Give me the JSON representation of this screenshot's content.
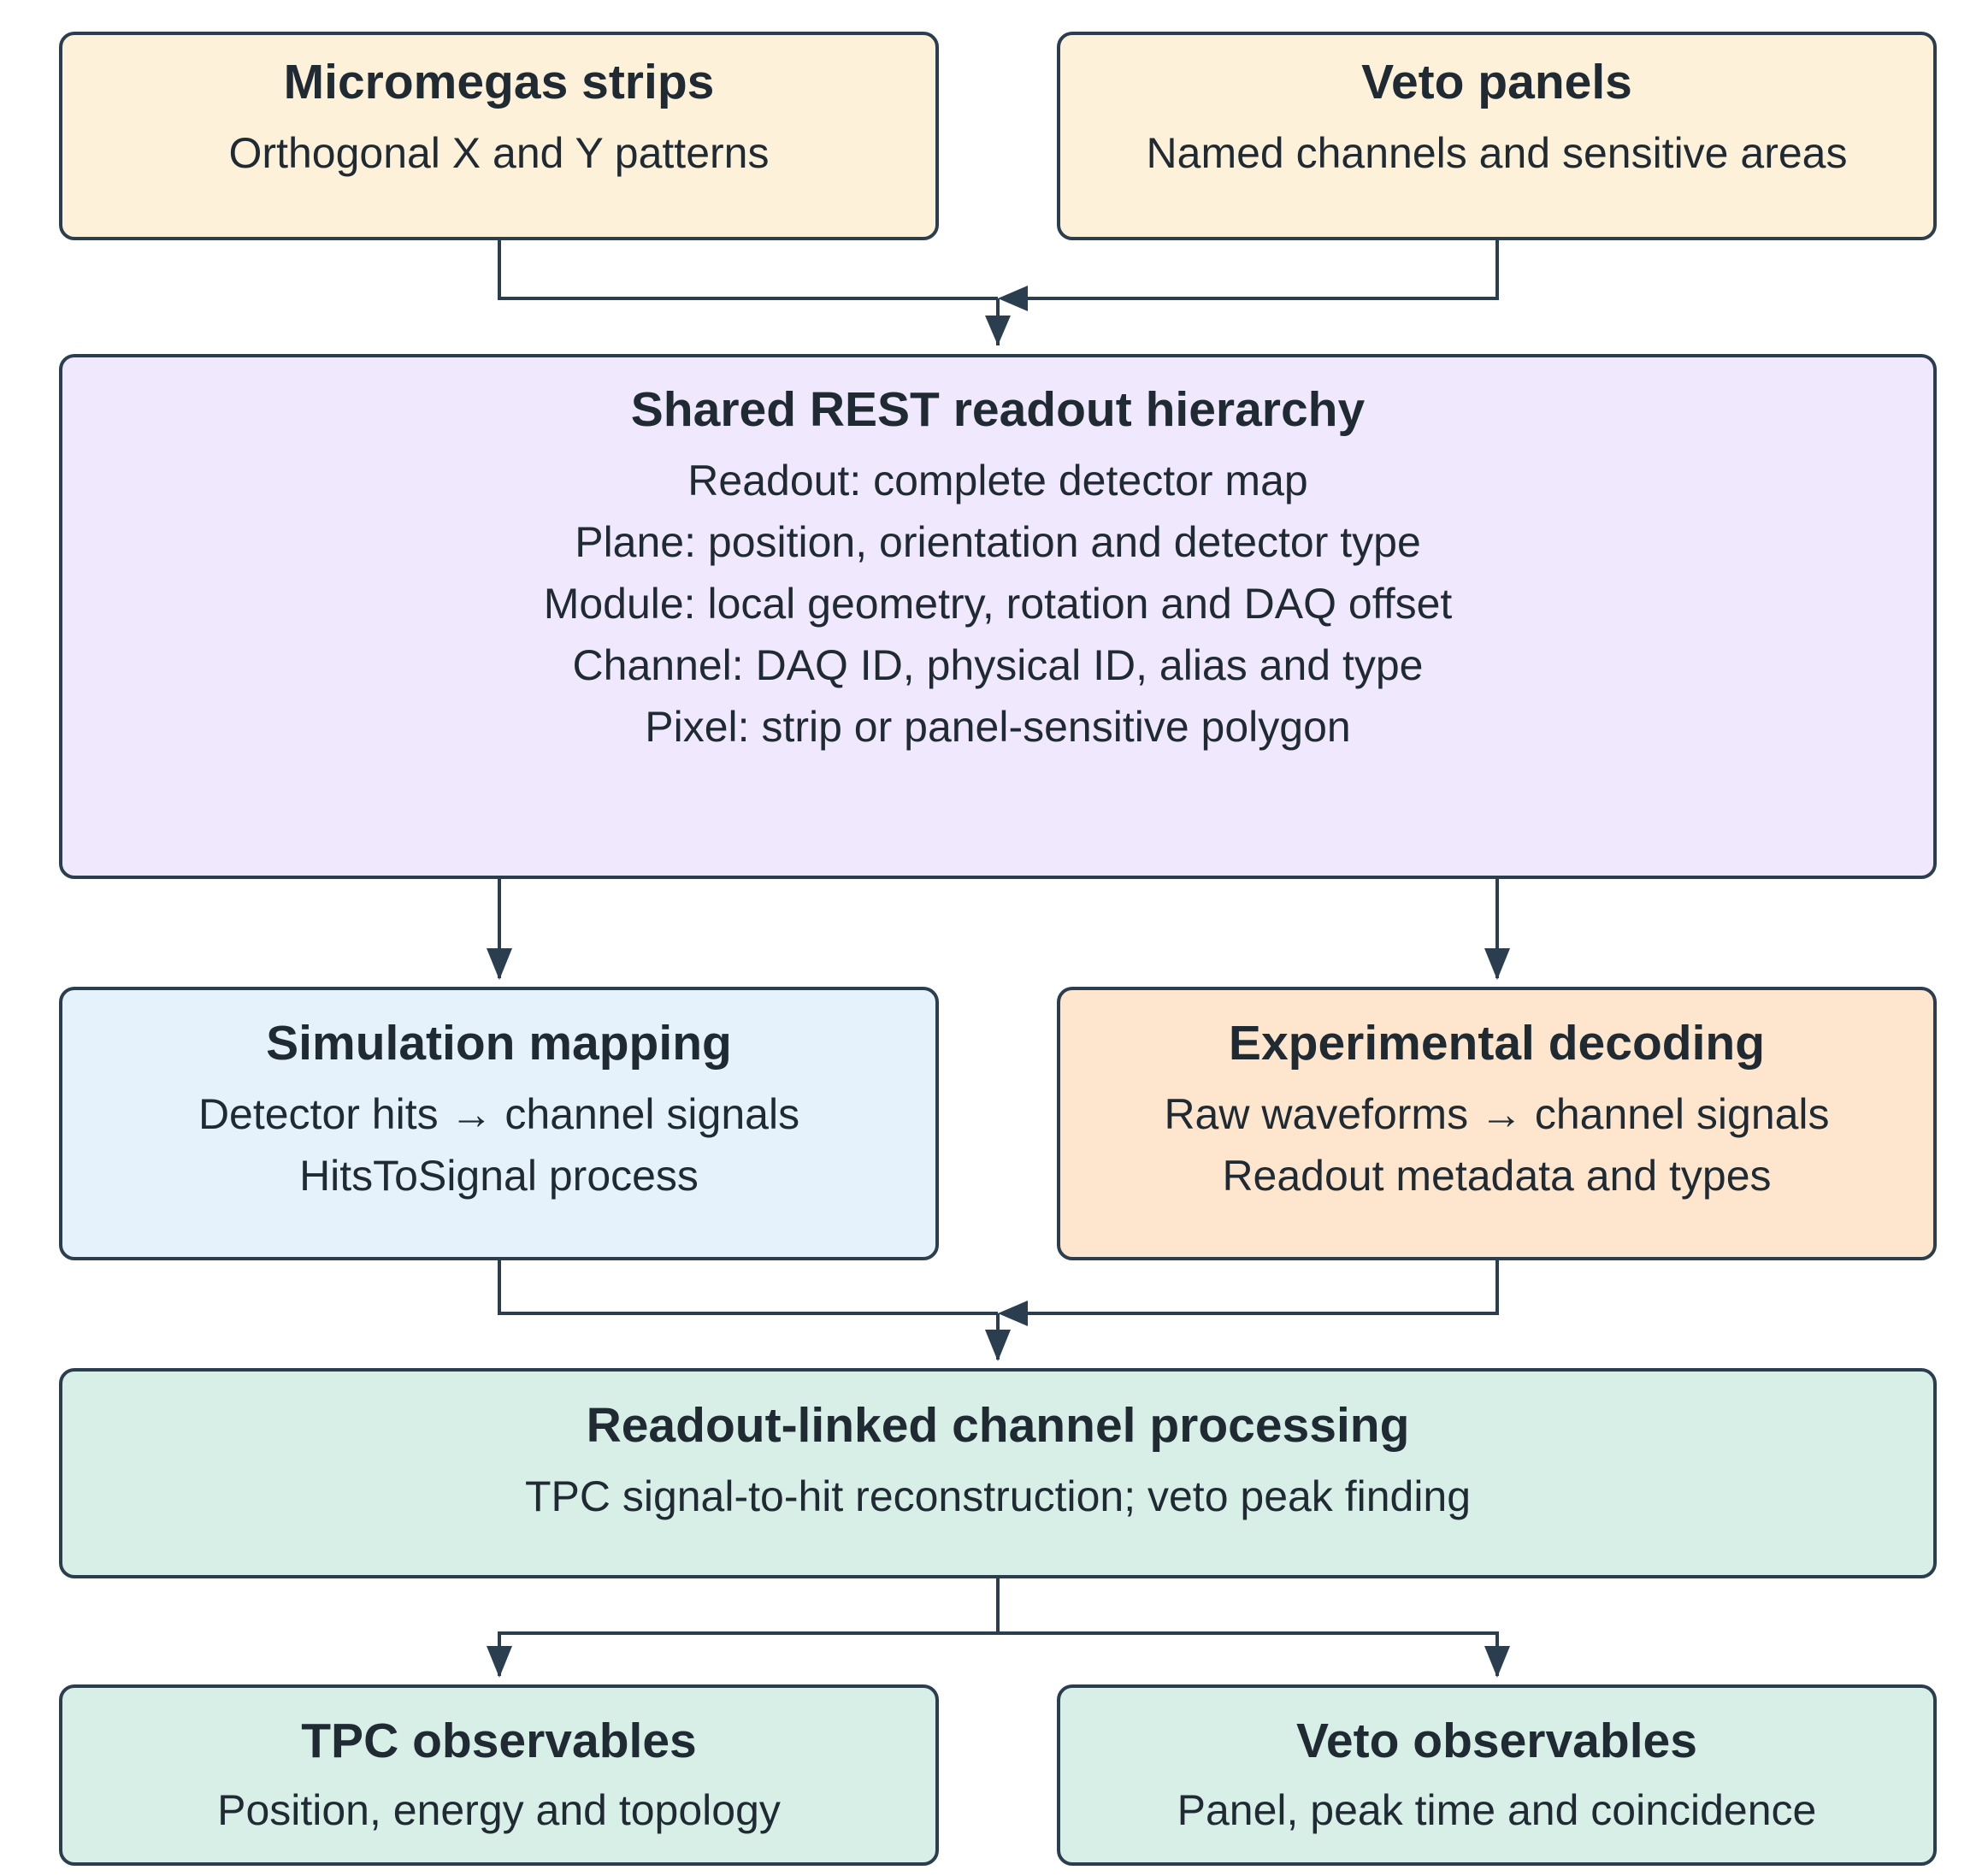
{
  "colors": {
    "stroke": "#2b3e50",
    "inputs_fill": "#fef1da",
    "hierarchy_fill": "#f0e8fd",
    "simulation_fill": "#e6f2fb",
    "experimental_fill": "#fee6ce",
    "processing_fill": "#d8efe8"
  },
  "nodes": {
    "micromegas": {
      "title": "Micromegas strips",
      "lines": [
        "Orthogonal X and Y patterns"
      ]
    },
    "veto_panels": {
      "title": "Veto panels",
      "lines": [
        "Named channels and sensitive areas"
      ]
    },
    "hierarchy": {
      "title": "Shared REST readout hierarchy",
      "lines": [
        "Readout: complete detector map",
        "Plane: position, orientation and detector type",
        "Module: local geometry, rotation and DAQ offset",
        "Channel: DAQ ID, physical ID, alias and type",
        "Pixel: strip or panel-sensitive polygon"
      ]
    },
    "simulation": {
      "title": "Simulation mapping",
      "lines": [
        "Detector hits → channel signals",
        "HitsToSignal process"
      ]
    },
    "experimental": {
      "title": "Experimental decoding",
      "lines": [
        "Raw waveforms → channel signals",
        "Readout metadata and types"
      ]
    },
    "processing": {
      "title": "Readout-linked channel processing",
      "lines": [
        "TPC signal-to-hit reconstruction; veto peak finding"
      ]
    },
    "tpc_observables": {
      "title": "TPC observables",
      "lines": [
        "Position, energy and topology"
      ]
    },
    "veto_observables": {
      "title": "Veto observables",
      "lines": [
        "Panel, peak time and coincidence"
      ]
    }
  },
  "edges": [
    {
      "from": "micromegas",
      "to": "hierarchy"
    },
    {
      "from": "veto_panels",
      "to": "hierarchy"
    },
    {
      "from": "hierarchy",
      "to": "simulation"
    },
    {
      "from": "hierarchy",
      "to": "experimental"
    },
    {
      "from": "simulation",
      "to": "processing"
    },
    {
      "from": "experimental",
      "to": "processing"
    },
    {
      "from": "processing",
      "to": "tpc_observables"
    },
    {
      "from": "processing",
      "to": "veto_observables"
    }
  ]
}
